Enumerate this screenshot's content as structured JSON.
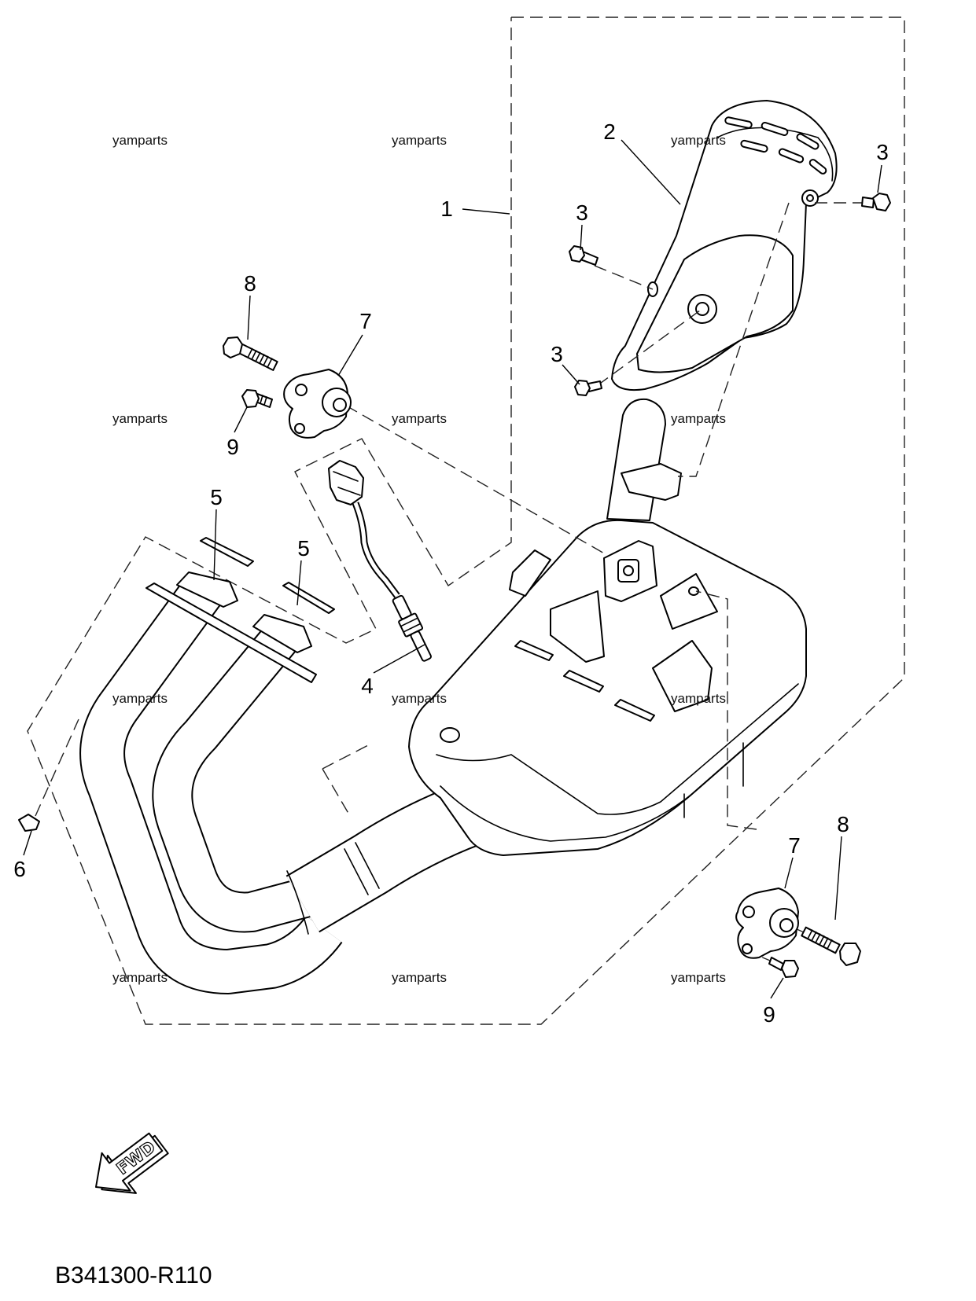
{
  "diagram": {
    "code": "B341300-R110",
    "watermark": "yamparts",
    "fwd_label": "FWD",
    "callouts": [
      "1",
      "2",
      "3",
      "3",
      "3",
      "4",
      "5",
      "5",
      "6",
      "7",
      "7",
      "8",
      "8",
      "9",
      "9"
    ]
  }
}
